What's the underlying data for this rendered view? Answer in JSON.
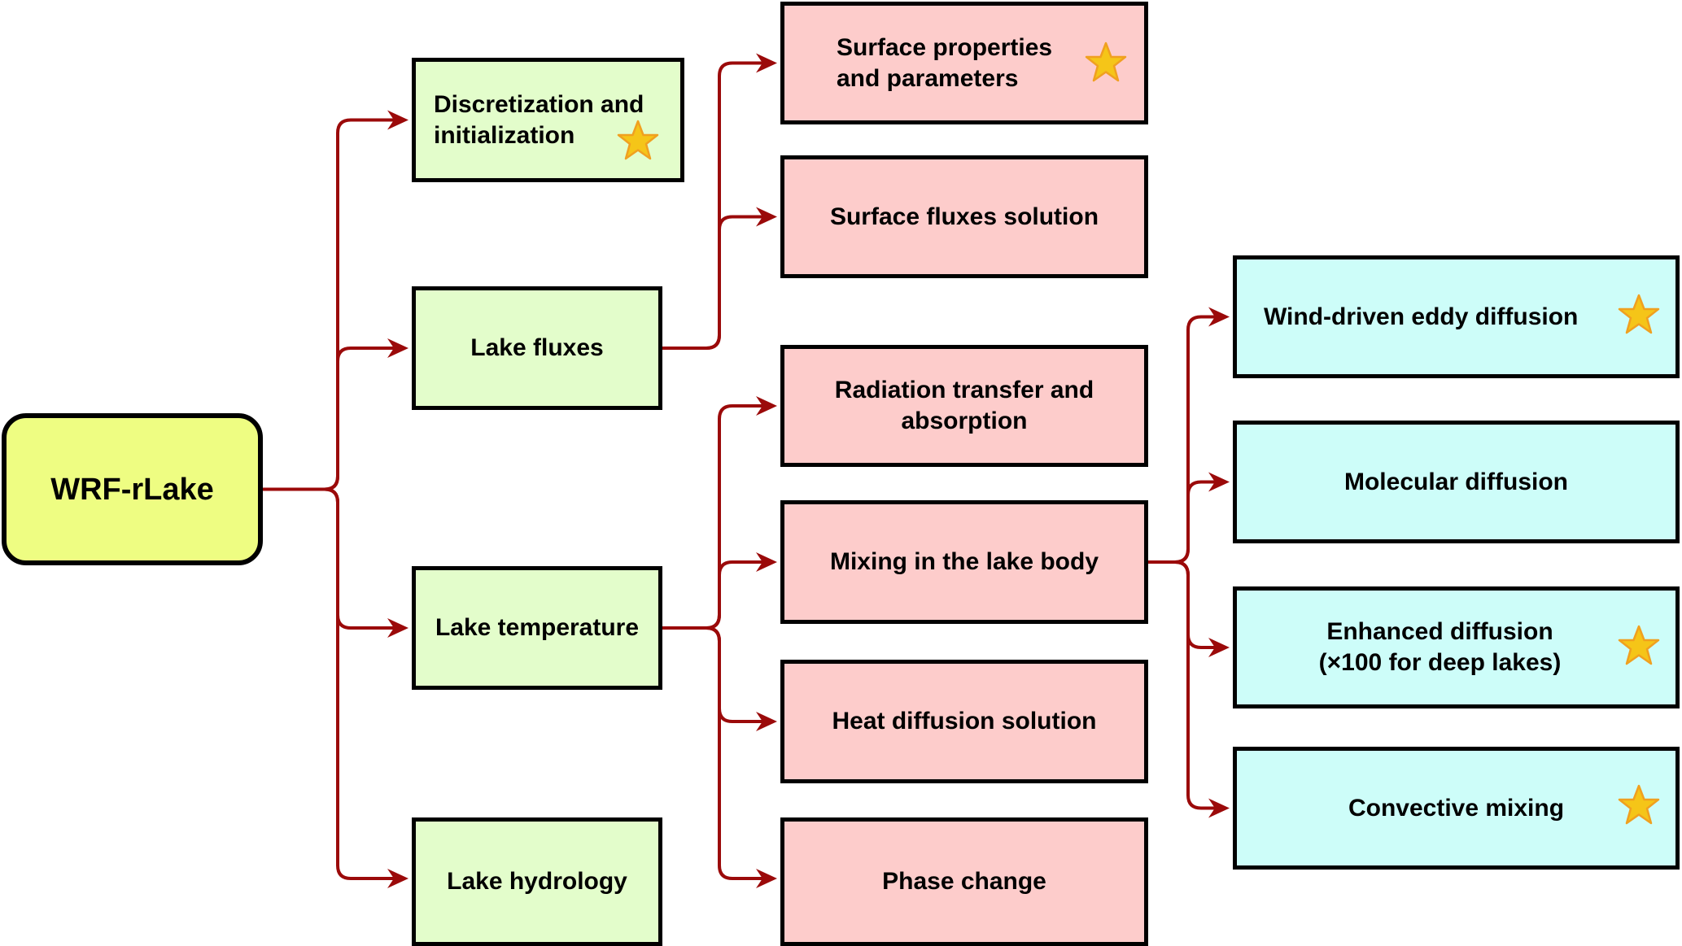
{
  "diagram": {
    "root": {
      "id": "root",
      "label": "WRF-rLake"
    },
    "level1": [
      {
        "id": "disc",
        "label": "Discretization and\ninitialization",
        "starred": true
      },
      {
        "id": "fluxes",
        "label": "Lake fluxes",
        "starred": false
      },
      {
        "id": "temp",
        "label": "Lake temperature",
        "starred": false
      },
      {
        "id": "hydro",
        "label": "Lake hydrology",
        "starred": false
      }
    ],
    "level2": [
      {
        "id": "surfprop",
        "label": "Surface properties\nand parameters",
        "parent": "fluxes",
        "starred": true
      },
      {
        "id": "surfsol",
        "label": "Surface fluxes solution",
        "parent": "fluxes",
        "starred": false
      },
      {
        "id": "rad",
        "label": "Radiation transfer and\nabsorption",
        "parent": "temp",
        "starred": false
      },
      {
        "id": "mix",
        "label": "Mixing in the lake body",
        "parent": "temp",
        "starred": false
      },
      {
        "id": "heat",
        "label": "Heat diffusion solution",
        "parent": "temp",
        "starred": false
      },
      {
        "id": "phase",
        "label": "Phase change",
        "parent": "temp",
        "starred": false
      }
    ],
    "level3": [
      {
        "id": "wind",
        "label": "Wind-driven eddy diffusion",
        "parent": "mix",
        "starred": true
      },
      {
        "id": "mol",
        "label": "Molecular diffusion",
        "parent": "mix",
        "starred": false
      },
      {
        "id": "enh",
        "label": "Enhanced diffusion\n(×100 for deep lakes)",
        "parent": "mix",
        "starred": true
      },
      {
        "id": "conv",
        "label": "Convective mixing",
        "parent": "mix",
        "starred": true
      }
    ],
    "edges": [
      [
        "root",
        "disc"
      ],
      [
        "root",
        "fluxes"
      ],
      [
        "root",
        "temp"
      ],
      [
        "root",
        "hydro"
      ],
      [
        "fluxes",
        "surfprop"
      ],
      [
        "fluxes",
        "surfsol"
      ],
      [
        "temp",
        "rad"
      ],
      [
        "temp",
        "mix"
      ],
      [
        "temp",
        "heat"
      ],
      [
        "temp",
        "phase"
      ],
      [
        "mix",
        "wind"
      ],
      [
        "mix",
        "mol"
      ],
      [
        "mix",
        "enh"
      ],
      [
        "mix",
        "conv"
      ]
    ],
    "colors": {
      "root_fill": "#eefd82",
      "level1_fill": "#e3fdcb",
      "level2_fill": "#fdcccb",
      "level3_fill": "#cdfdf9",
      "connector": "#9b0a0a",
      "star_fill": "#f5c518",
      "star_stroke": "#f0a020"
    },
    "icons": {
      "star": "star-icon"
    }
  }
}
